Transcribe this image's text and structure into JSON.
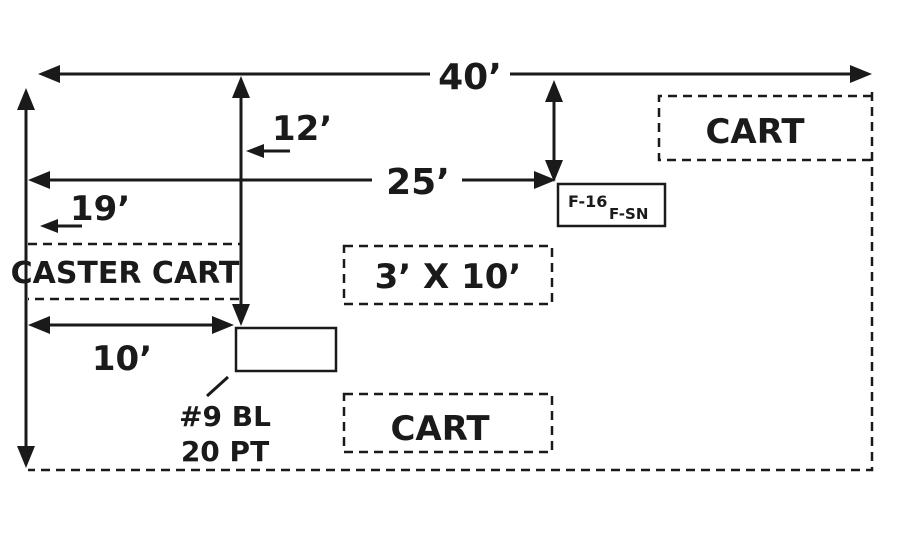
{
  "colors": {
    "ink": "#1a1a1a",
    "background": "#ffffff"
  },
  "dimensions": {
    "width_40": "40’",
    "d_25": "25’",
    "d_12": "12’",
    "d_19": "19’",
    "d_10": "10’"
  },
  "labels": {
    "cart_top": "CART",
    "caster_cart": "CASTER CART",
    "box_3x10": "3’ X 10’",
    "cart_bottom": "CART",
    "f16_main": "F-16",
    "f16_sub": "F-SN",
    "bl_line1": "#9 BL",
    "bl_line2": "20 PT"
  }
}
